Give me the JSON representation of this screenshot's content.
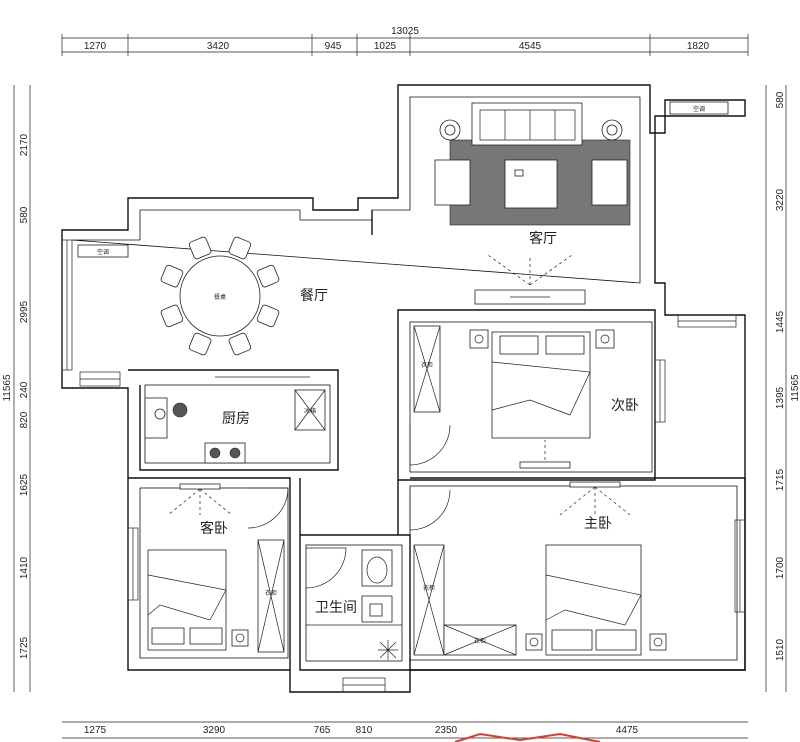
{
  "dimensions": {
    "top_total": "13025",
    "top": [
      "1270",
      "3420",
      "945",
      "1025",
      "4545",
      "1820"
    ],
    "bottom": [
      "1275",
      "3290",
      "765",
      "810",
      "2350",
      "4475"
    ],
    "left": [
      "2170",
      "580",
      "2995",
      "240",
      "820",
      "1625",
      "1410",
      "1725"
    ],
    "left_total": "11565",
    "right": [
      "580",
      "3220",
      "1445",
      "1395",
      "1715",
      "1700",
      "1510"
    ],
    "right_total": "11565"
  },
  "rooms": {
    "living": "客厅",
    "dining": "餐厅",
    "kitchen": "厨房",
    "second_bedroom": "次卧",
    "guest_bedroom": "客卧",
    "master_bedroom": "主卧",
    "bathroom": "卫生间"
  },
  "labels": {
    "dining_table": "餐桌",
    "wardrobe": "衣柜",
    "fridge": "冰箱",
    "ac_unit": "空调"
  },
  "colors": {
    "line": "#111111",
    "accent_watermark": "#e23b2e"
  }
}
